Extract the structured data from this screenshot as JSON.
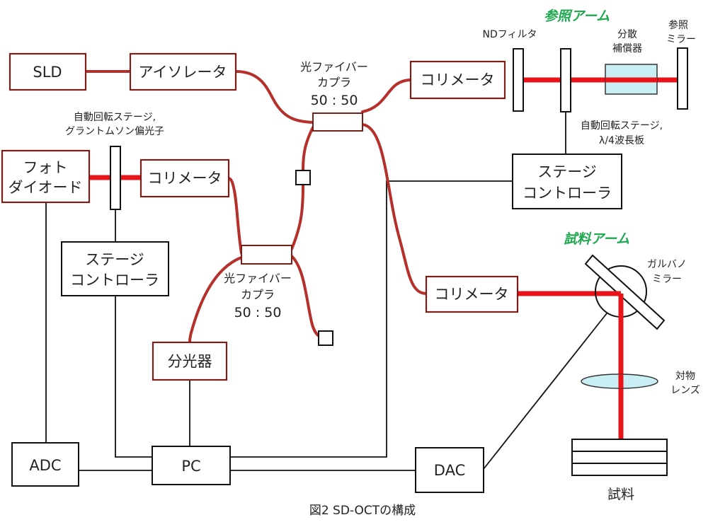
{
  "caption": "図2  SD-OCTの構成",
  "arm_labels": {
    "reference": "参照アーム",
    "sample": "試料アーム"
  },
  "boxes": {
    "sld": "SLD",
    "isolator": "アイソレータ",
    "photodiode": [
      "フォト",
      "ダイオード"
    ],
    "collimator_detector": "コリメータ",
    "collimator_reference": "コリメータ",
    "collimator_sample": "コリメータ",
    "stage_controller_left": [
      "ステージ",
      "コントローラ"
    ],
    "stage_controller_right": [
      "ステージ",
      "コントローラ"
    ],
    "spectrometer": "分光器",
    "adc": "ADC",
    "pc": "PC",
    "dac": "DAC"
  },
  "labels": {
    "coupler_top": [
      "光ファイバー",
      "カプラ",
      "50 : 50"
    ],
    "coupler_bottom": [
      "光ファイバー",
      "カプラ",
      "50 : 50"
    ],
    "polarizer": [
      "自動回転ステージ,",
      "グラントムソン偏光子"
    ],
    "nd_filter": "NDフィルタ",
    "dispersion_comp": [
      "分散",
      "補償器"
    ],
    "reference_mirror": [
      "参照",
      "ミラー"
    ],
    "waveplate": [
      "自動回転ステージ,",
      "λ/4波長板"
    ],
    "galvo_mirror": [
      "ガルバノ",
      "ミラー"
    ],
    "objective_lens": [
      "対物",
      "レンズ"
    ],
    "sample": "試料"
  },
  "colors": {
    "fiber": "#b5302a",
    "beam": "#e8141a",
    "box_border": "#7a1e1a",
    "arm_text": "#1fa84f",
    "compensator_fill": "#c9eef3",
    "lens_fill": "#c9eef3"
  }
}
